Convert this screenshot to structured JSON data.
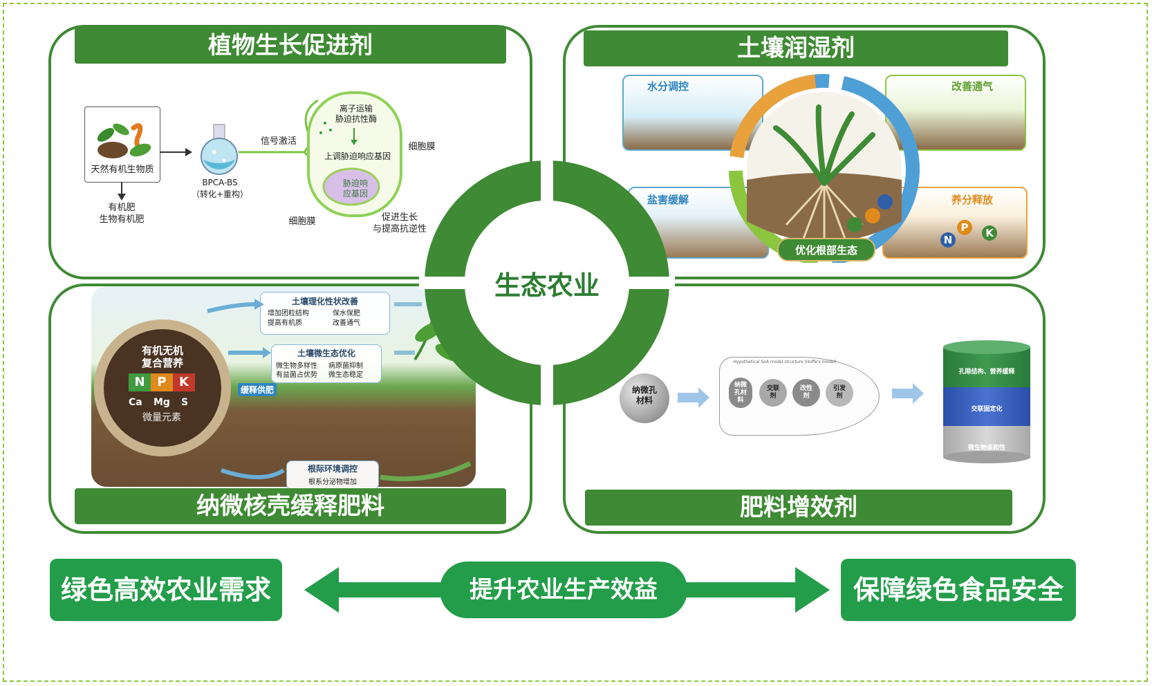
{
  "center": {
    "label": "生态农业"
  },
  "panels": {
    "top_left": {
      "title": "植物生长促进剂",
      "organic_box": "天然有机生物质",
      "organic_output": [
        "有机肥",
        "生物有机肥"
      ],
      "flask_label": [
        "BPCA-BS",
        "（转化+重构）"
      ],
      "signal": "信号激活",
      "cell_texts": {
        "ion": [
          "离子运输",
          "胁迫抗性酶"
        ],
        "upregulate": "上调胁迫响应基因",
        "gene": [
          "胁迫响",
          "应基因"
        ]
      },
      "membrane_right": "细胞膜",
      "membrane_bottom": "细胞膜",
      "outcome": [
        "促进生长",
        "与提高抗逆性"
      ]
    },
    "top_right": {
      "title": "土壤润湿剂",
      "water": "水分调控",
      "aeration": "改善通气",
      "salt": "盐害缓解",
      "nutrient": "养分释放",
      "root": "优化根部生态",
      "nutrients": [
        "N",
        "P",
        "K"
      ]
    },
    "bottom_left": {
      "title": "纳微核壳缓释肥料",
      "circle": {
        "line1": "有机无机",
        "line2": "复合营养",
        "npk": [
          "N",
          "P",
          "K"
        ],
        "micro": [
          "Ca",
          "Mg",
          "S"
        ],
        "micro_label": "微量元素"
      },
      "box1": {
        "title": "土壤理化性状改善",
        "items": [
          "增加团粒结构",
          "保水保肥",
          "提高有机质",
          "改善通气"
        ]
      },
      "box2": {
        "title": "土壤微生态优化",
        "items": [
          "微生物多样性",
          "病原菌抑制",
          "有益菌占优势",
          "微生态稳定"
        ]
      },
      "release": "缓释供肥",
      "box3": {
        "title": "根际环境调控",
        "sub": "根系分泌物增加"
      }
    },
    "bottom_right": {
      "title": "肥料增效剂",
      "material": [
        "纳微孔",
        "材料"
      ],
      "steps": [
        [
          "纳微",
          "孔材",
          "料"
        ],
        [
          "交联",
          "剂"
        ],
        [
          "改性",
          "剂"
        ],
        [
          "引发",
          "剂"
        ]
      ],
      "cylinder": [
        "孔隙结构、营养缓释",
        "交联固定化",
        "微生物亲和性"
      ],
      "structure_caption": "Hypothetical SoA model structure (Hoffe's model)"
    }
  },
  "bottom": {
    "left": "绿色高效农业需求",
    "center": "提升农业生产效益",
    "right": "保障绿色食品安全"
  },
  "colors": {
    "panel_green": "#3f8a34",
    "bottom_green": "#239d4a",
    "frame": "#8cc63f"
  }
}
